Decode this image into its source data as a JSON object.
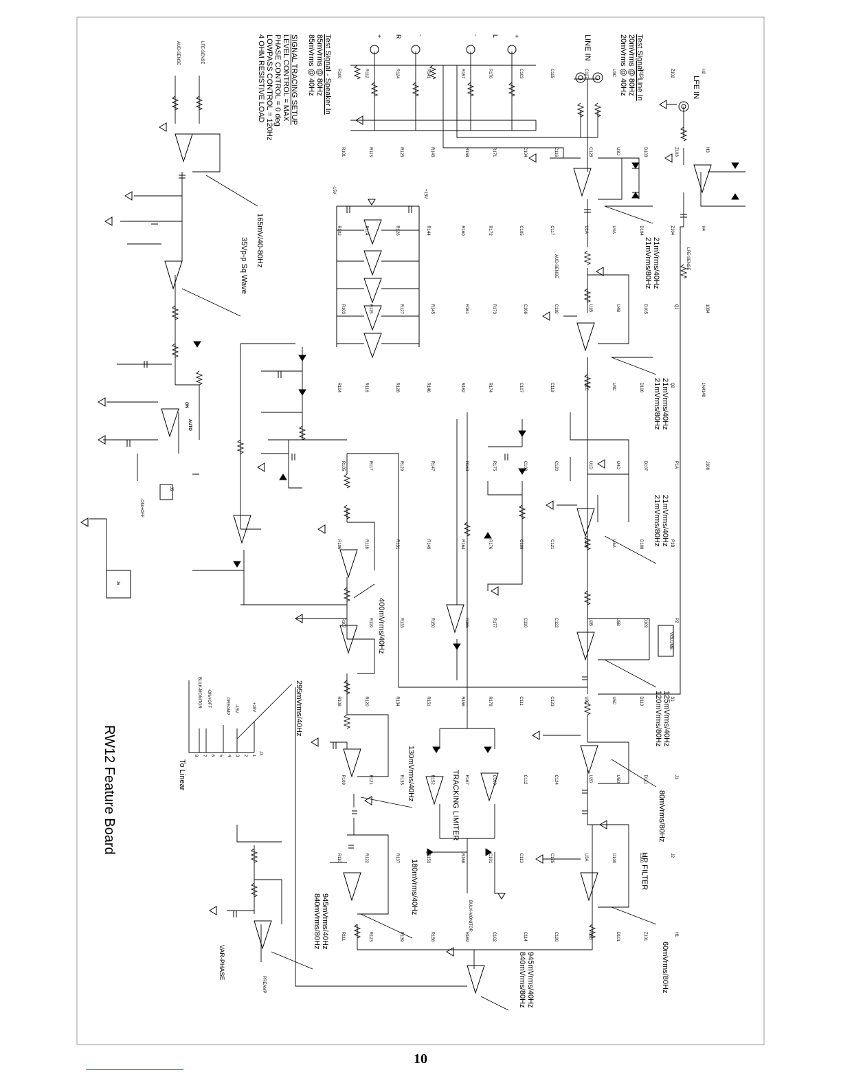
{
  "page": {
    "number": "10"
  },
  "title": "RW12 Feature Board",
  "test_signal_line_in": [
    "Test Signal - Line In",
    "20mVrms @ 80Hz",
    "20mVrms @ 40Hz"
  ],
  "test_signal_speaker_in": [
    "Test Signal - Speaker In",
    "85mVrms @ 80Hz",
    "85mVrms @ 40Hz"
  ],
  "signal_tracing_setup": [
    "SIGNAL TRACING SETUP",
    "LEVEL CONTROL = MAX",
    "PHASE CONTROL = 0 deg",
    "LOWPASS CONTROL = 120Hz",
    "4 OHM RESISTIVE LOAD"
  ],
  "connectors": {
    "lfe_in": "LFE IN",
    "line_in": "LINE IN",
    "speaker_pins": [
      "+",
      "R",
      "-",
      "-",
      "L",
      "+"
    ],
    "j3_label": "J3",
    "to_linear": "To Linear",
    "j3_pins": [
      "BULK-MONITOR",
      "-ON/+OFF",
      "PREAMP",
      "-15V",
      "+15V"
    ],
    "j3_numbers": [
      "8",
      "7",
      "6",
      "5",
      "4",
      "3",
      "2",
      "1"
    ],
    "j5": "J5",
    "j6": "J6",
    "j4_volume": "VOLUME"
  },
  "sense_lines": [
    "AUD-SENSE",
    "LFE-SENSE"
  ],
  "supply_rails": [
    "-15V",
    "+15V"
  ],
  "blocks": {
    "tracking_limiter": "TRACKING LIMITER",
    "hp_filter": "HP FILTER",
    "var_phase": "VAR-PHASE",
    "preamp": "PREAMP",
    "bulk_monitor": "BULK-MONITOR",
    "on_off": "-ON/+OFF",
    "auto": "AUTO",
    "on": "ON"
  },
  "measurements": [
    "165mV/40-80Hz",
    "35Vp-p Sq Wave",
    "21mVrms/80Hz",
    "21mVrms/40Hz",
    "21mVrms/80Hz",
    "21mVrms/40Hz",
    "21mVrms/80Hz",
    "21mVrms/40Hz",
    "400mVrms/40Hz",
    "295mVrms/40Hz",
    "130mVrms/40Hz",
    "180mVrms/40Hz",
    "840mVrms/80Hz",
    "945mVrms/40Hz",
    "120mVrms/80Hz",
    "125mVrms/40Hz",
    "80mVrms/80Hz",
    "60mVrms/80Hz",
    "840mVrms/80Hz",
    "945mVrms/40Hz"
  ],
  "component_labels": [
    "R100",
    "R101",
    "R102",
    "R103",
    "R104",
    "R105",
    "R106",
    "R107",
    "R108",
    "R109",
    "R110",
    "R111",
    "R112",
    "R113",
    "R114",
    "R115",
    "R116",
    "R117",
    "R118",
    "R119",
    "R120",
    "R121",
    "R122",
    "R123",
    "R124",
    "R125",
    "R126",
    "R127",
    "R128",
    "R129",
    "R131",
    "R133",
    "R134",
    "R135",
    "R137",
    "R139",
    "R141",
    "R143",
    "R144",
    "R145",
    "R146",
    "R147",
    "R149",
    "R150",
    "R151",
    "R152",
    "R153",
    "R156",
    "R157",
    "R158",
    "R160",
    "R161",
    "R162",
    "R163",
    "R164",
    "R165",
    "R166",
    "R167",
    "R168",
    "R169",
    "R170",
    "R171",
    "R172",
    "R173",
    "R174",
    "R175",
    "R176",
    "R177",
    "R178",
    "C100",
    "C101",
    "C102",
    "C103",
    "C104",
    "C105",
    "C106",
    "C107",
    "C108",
    "C109",
    "C110",
    "C111",
    "C112",
    "C113",
    "C114",
    "C115",
    "C116",
    "C117",
    "C118",
    "C119",
    "C120",
    "C121",
    "C122",
    "C123",
    "C124",
    "C125",
    "C126",
    "C127",
    "C128",
    "U1A",
    "U1B",
    "U1C",
    "U1D",
    "U2A",
    "U2B",
    "U2C",
    "U2D",
    "U3A",
    "U3B",
    "U3C",
    "U3D",
    "U4A",
    "U4B",
    "U4C",
    "U4D",
    "U5A",
    "U5B",
    "U5C",
    "U5D",
    "D100",
    "D101",
    "D102",
    "D103",
    "D104",
    "D105",
    "D106",
    "D107",
    "D108",
    "D109",
    "D110",
    "D111",
    "Z100",
    "Z101",
    "Z102",
    "Z103",
    "Z104",
    "Q1",
    "Q2",
    "P1A",
    "P1B",
    "P2",
    "S1",
    "J1",
    "J2",
    "H1",
    "H2",
    "H3",
    "H4",
    "1084",
    "1N4148",
    "J108"
  ],
  "colors": {
    "ink": "#000000",
    "frame": "#9a9a9a",
    "paper": "#ffffff",
    "footer_rule": "#4a6fd8"
  }
}
